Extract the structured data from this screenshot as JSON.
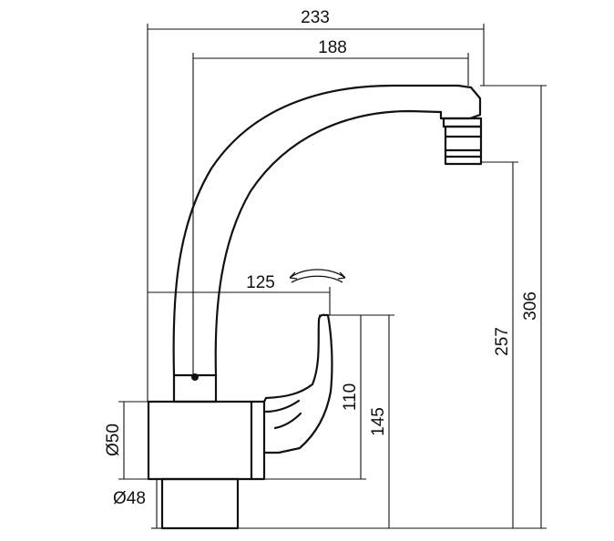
{
  "dimensions": {
    "overall_reach": "233",
    "spout_reach": "188",
    "handle_reach": "125",
    "spout_height": "306",
    "outlet_height": "257",
    "body_height": "145",
    "handle_height": "110",
    "body_diameter": "Ø50",
    "base_diameter": "Ø48"
  }
}
